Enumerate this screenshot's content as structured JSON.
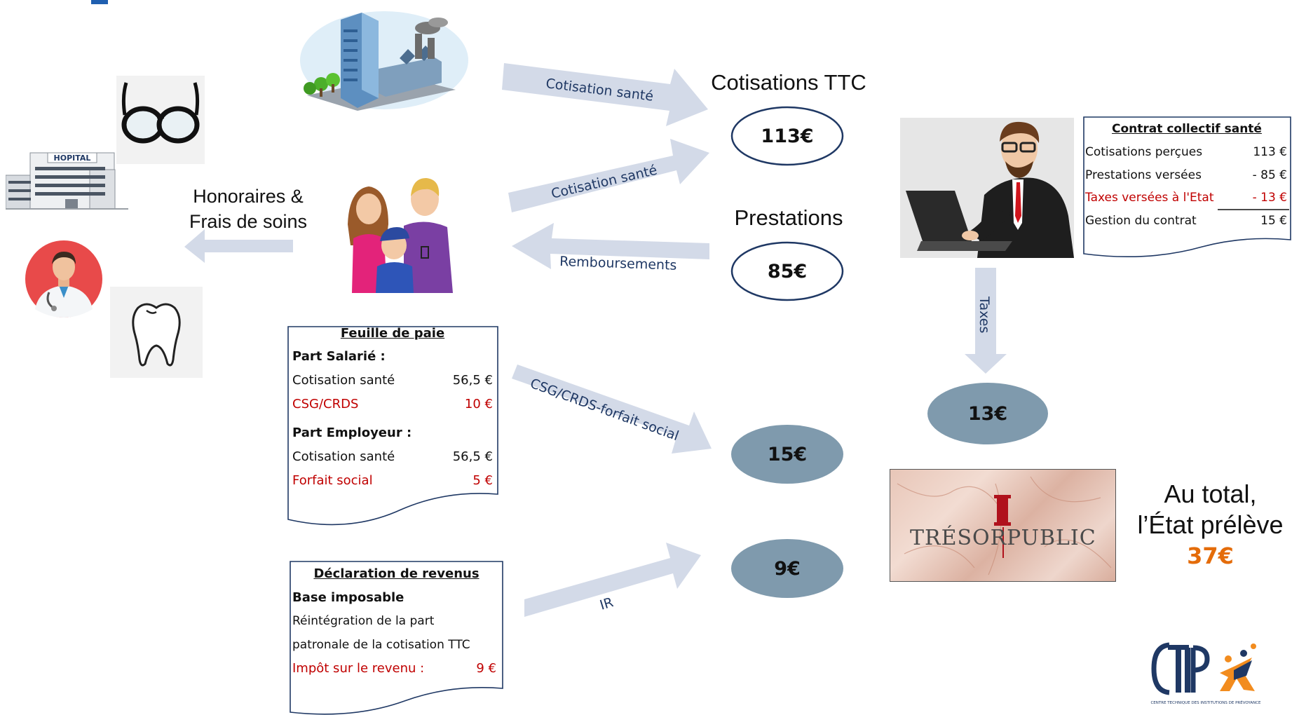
{
  "labels": {
    "cotisations_ttc": "Cotisations TTC",
    "prestations": "Prestations",
    "honoraires_line1": "Honoraires &",
    "honoraires_line2": "Frais de soins"
  },
  "arrows": {
    "cotisation_sante_1": "Cotisation santé",
    "cotisation_sante_2": "Cotisation santé",
    "remboursements": "Remboursements",
    "csg": "CSG/CRDS-forfait social",
    "ir": "IR",
    "taxes": "Taxes"
  },
  "amounts": {
    "a113": "113€",
    "a85": "85€",
    "a15": "15€",
    "a9": "9€",
    "a13": "13€"
  },
  "hospital_sign": "HOPITAL",
  "feuille": {
    "title": "Feuille de paie",
    "salarie_header": "Part Salarié :",
    "cotisation_label": "Cotisation santé",
    "cotisation_value": "56,5 €",
    "csg_label": "CSG/CRDS",
    "csg_value": "10 €",
    "employeur_header": "Part Employeur :",
    "cotisation2_label": "Cotisation santé",
    "cotisation2_value": "56,5 €",
    "forfait_label": "Forfait social",
    "forfait_value": "5 €"
  },
  "declaration": {
    "title": "Déclaration de revenus",
    "base": "Base imposable",
    "line1": "Réintégration de la part",
    "line2": "patronale de la cotisation TTC",
    "impot_label": "Impôt sur le revenu :",
    "impot_value": "9 €"
  },
  "contrat": {
    "title": "Contrat collectif santé",
    "rows": [
      {
        "label": "Cotisations perçues",
        "value": "113 €"
      },
      {
        "label": "Prestations versées",
        "value": "- 85 €"
      },
      {
        "label": "Taxes versées à l'Etat",
        "value": "- 13 €"
      },
      {
        "label": "Gestion du contrat",
        "value": "15 €"
      }
    ]
  },
  "tresor": {
    "left": "TRÉSOR",
    "right": "PUBLIC"
  },
  "total": {
    "line1": "Au total,",
    "line2": "l’État prélève",
    "amount": "37€"
  },
  "logo": {
    "name": "CTIP",
    "subtitle": "CENTRE TECHNIQUE DES INSTITUTIONS DE PRÉVOYANCE"
  },
  "colors": {
    "arrow": "#d3dae8",
    "arrow_text": "#1f3864",
    "red": "#c00000",
    "orange": "#e46c0a",
    "ellipse_fill": "#7f9aad",
    "logo_blue": "#1f3864"
  }
}
